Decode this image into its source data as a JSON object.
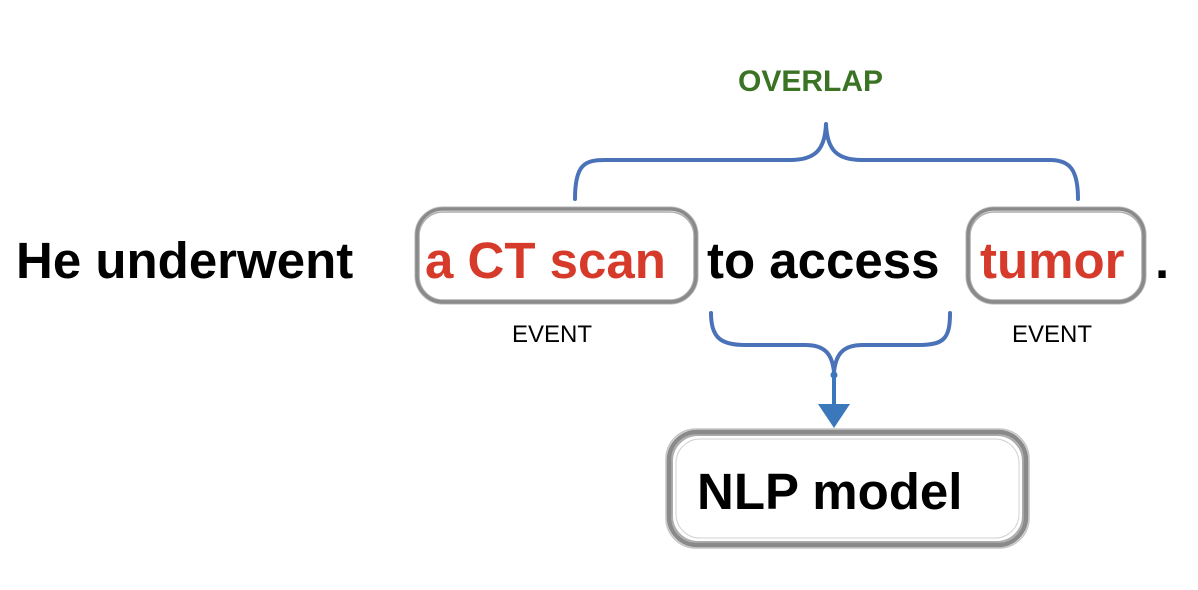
{
  "sentence": {
    "prefix": "He underwent",
    "event1": "a CT scan",
    "middle": "to access",
    "event2": "tumor",
    "period": "."
  },
  "labels": {
    "event1_tag": "EVENT",
    "event2_tag": "EVENT",
    "relation": "OVERLAP",
    "model": "NLP model"
  },
  "colors": {
    "event_text": "#d63a2b",
    "relation_text": "#3a7324",
    "brace": "#4a72b8",
    "arrow": "#3a78bb",
    "box_border": "#8a8a8a",
    "text": "#000000"
  }
}
